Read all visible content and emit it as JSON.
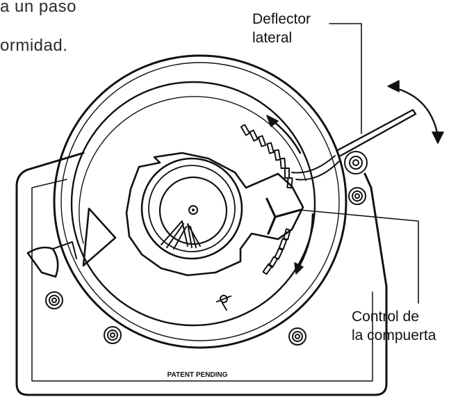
{
  "text_fragments": {
    "line1": "a un paso",
    "line2": "ormidad."
  },
  "callouts": {
    "deflector": "Deflector\nlateral",
    "gate_control": "Control de\nla compuerta"
  },
  "stamp": "PATENT PENDING"
}
